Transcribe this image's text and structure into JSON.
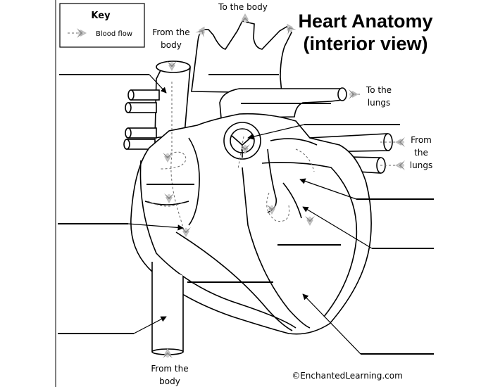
{
  "title": {
    "line1": "Heart Anatomy",
    "line2": "(interior view)"
  },
  "key": {
    "heading": "Key",
    "legend_text": "Blood flow"
  },
  "flow_labels": {
    "to_body_top": "To the body",
    "from_body_top_line1": "From the",
    "from_body_top_line2": "body",
    "to_lungs_line1": "To the",
    "to_lungs_line2": "lungs",
    "from_lungs_line1": "From",
    "from_lungs_line2": "the",
    "from_lungs_line3": "lungs",
    "from_body_bottom_line1": "From the",
    "from_body_bottom_line2": "body"
  },
  "credit": "©EnchantedLearning.com",
  "icons": [
    "blood-flow-arrow-icon",
    "pointer-arrow-icon"
  ]
}
